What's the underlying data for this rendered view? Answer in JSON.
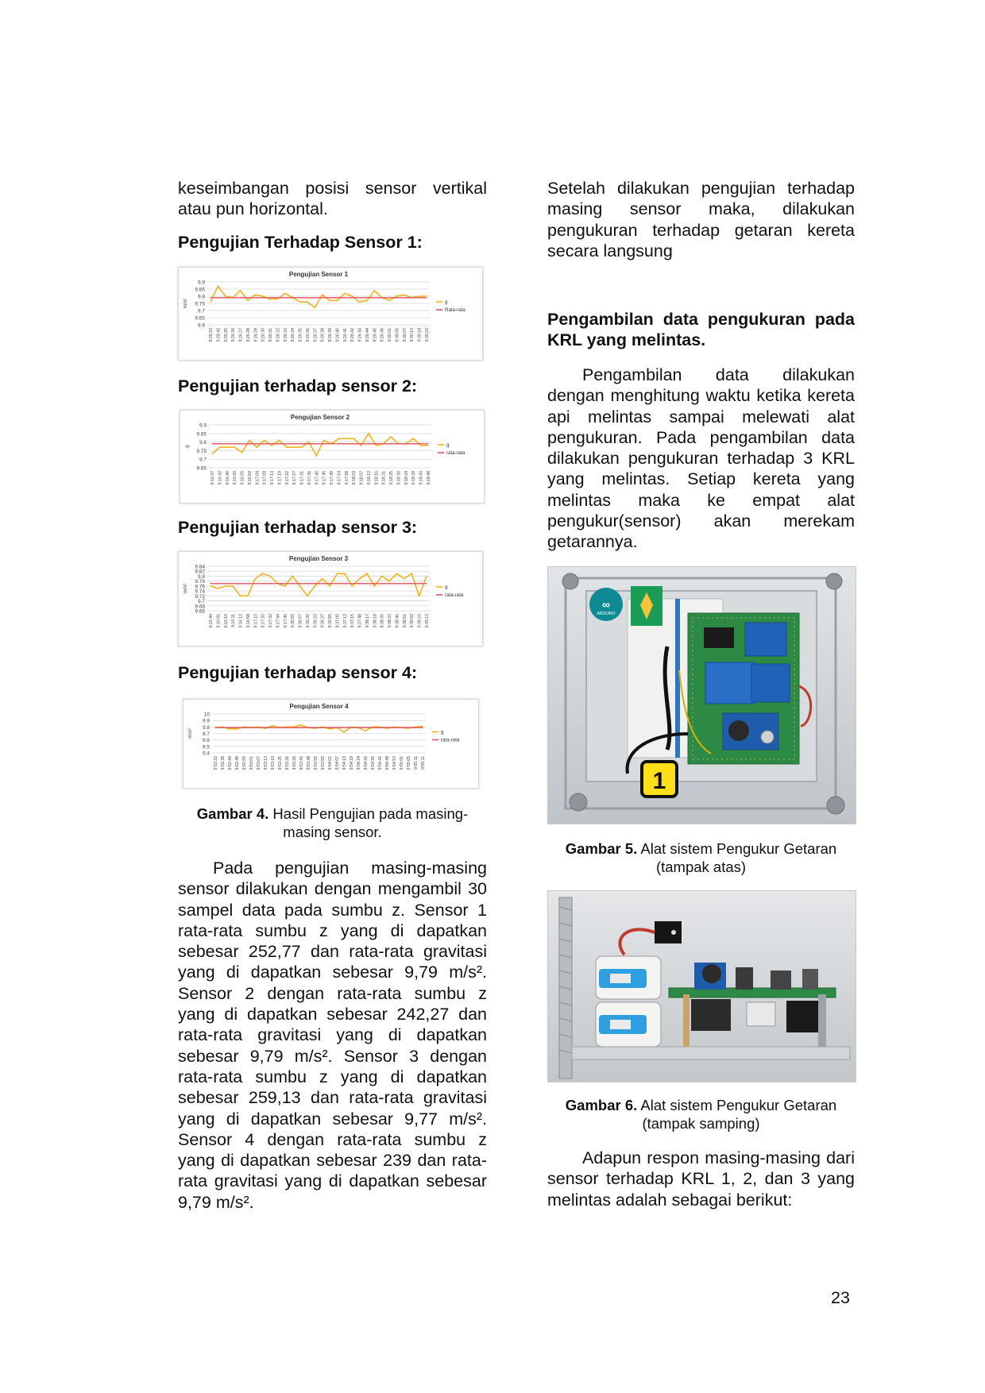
{
  "left": {
    "intro_text": "keseimbangan posisi sensor vertikal atau pun horizontal.",
    "heading_s1": "Pengujian Terhadap Sensor 1:",
    "heading_s2": "Pengujian terhadap sensor 2:",
    "heading_s3": "Pengujian terhadap sensor 3:",
    "heading_s4": "Pengujian terhadap sensor 4:",
    "fig4_label": "Gambar 4.",
    "fig4_text": " Hasil Pengujian pada masing-masing sensor.",
    "paragraph": "Pada pengujian masing-masing sensor dilakukan dengan mengambil 30 sampel data pada sumbu z. Sensor 1 rata-rata sumbu z yang di dapatkan sebesar 252,77 dan rata-rata gravitasi yang di dapatkan sebesar 9,79 m/s². Sensor 2 dengan rata-rata sumbu z yang di dapatkan sebesar 242,27 dan rata-rata gravitasi yang di dapatkan sebesar 9,79 m/s². Sensor 3 dengan rata-rata sumbu z yang di dapatkan sebesar 259,13 dan rata-rata gravitasi yang di dapatkan sebesar 9,77 m/s². Sensor 4 dengan rata-rata sumbu z yang di dapatkan sebesar 239 dan rata-rata gravitasi yang di dapatkan sebesar 9,79 m/s²."
  },
  "right": {
    "intro_text": "Setelah dilakukan pengujian terhadap masing sensor maka, dilakukan pengukuran terhadap getaran kereta secara langsung",
    "heading": "Pengambilan data pengukuran pada KRL yang melintas.",
    "paragraph1": "Pengambilan data dilakukan dengan menghitung waktu ketika kereta api melintas sampai melewati alat pengukuran. Pada pengambilan data dilakukan pengukuran terhadap 3 KRL yang melintas. Setiap kereta yang melintas maka ke empat alat pengukur(sensor) akan merekam getarannya.",
    "fig5_label": "Gambar 5.",
    "fig5_text": " Alat sistem Pengukur Getaran (tampak atas)",
    "fig6_label": "Gambar 6.",
    "fig6_text": " Alat sistem Pengukur Getaran (tampak samping)",
    "paragraph2": "Adapun respon masing-masing dari sensor terhadap KRL 1, 2, dan 3 yang melintas adalah sebagai berikut:",
    "device_label": "1",
    "arduino_text": "ARDUINO"
  },
  "page_number": "23",
  "colors": {
    "g_line": "#f2b21c",
    "mean_line": "#e0505a",
    "grid": "#d9d9d9"
  },
  "chart_data": [
    {
      "type": "line",
      "title": "Pengujian Sensor 1",
      "ylabel": "m/s²",
      "ylim": [
        9.6,
        9.9
      ],
      "yticks": [
        "9.9",
        "9.85",
        "9.8",
        "9.75",
        "9.7",
        "9.65",
        "9.6"
      ],
      "x": [
        "9:20:22",
        "9:20:42",
        "9:26:25",
        "9:26:26",
        "9:26:27",
        "9:26:28",
        "9:26:29",
        "9:26:30",
        "9:26:31",
        "9:26:32",
        "9:26:33",
        "9:26:34",
        "9:26:35",
        "9:26:36",
        "9:26:37",
        "9:26:38",
        "9:26:39",
        "9:26:40",
        "9:26:41",
        "9:26:42",
        "9:26:43",
        "9:26:44",
        "9:26:45",
        "9:26:46",
        "9:30:01",
        "9:30:05",
        "9:30:07",
        "9:30:13",
        "9:30:18",
        "9:30:22"
      ],
      "series": [
        {
          "name": "g",
          "values": [
            9.76,
            9.87,
            9.8,
            9.79,
            9.84,
            9.77,
            9.81,
            9.8,
            9.78,
            9.78,
            9.82,
            9.79,
            9.76,
            9.76,
            9.72,
            9.81,
            9.77,
            9.77,
            9.82,
            9.8,
            9.76,
            9.77,
            9.84,
            9.79,
            9.77,
            9.8,
            9.81,
            9.79,
            9.8,
            9.8
          ]
        },
        {
          "name": "Rata-rata",
          "values": [
            9.79,
            9.79,
            9.79,
            9.79,
            9.79,
            9.79,
            9.79,
            9.79,
            9.79,
            9.79,
            9.79,
            9.79,
            9.79,
            9.79,
            9.79,
            9.79,
            9.79,
            9.79,
            9.79,
            9.79,
            9.79,
            9.79,
            9.79,
            9.79,
            9.79,
            9.79,
            9.79,
            9.79,
            9.79,
            9.79
          ]
        }
      ]
    },
    {
      "type": "line",
      "title": "Pengujian Sensor 2",
      "ylabel": "g",
      "ylim": [
        9.65,
        9.9
      ],
      "yticks": [
        "9.9",
        "9.85",
        "9.8",
        "9.75",
        "9.7",
        "9.65"
      ],
      "x": [
        "9:16:37",
        "9:16:42",
        "9:16:46",
        "9:16:50",
        "9:16:55",
        "9:16:59",
        "9:17:04",
        "9:17:09",
        "9:17:13",
        "9:17:18",
        "9:17:22",
        "9:17:27",
        "9:17:31",
        "9:17:36",
        "9:17:40",
        "9:17:45",
        "9:17:49",
        "9:17:54",
        "9:17:58",
        "9:18:03",
        "9:18:07",
        "9:18:12",
        "9:18:16",
        "9:18:21",
        "9:18:25",
        "9:18:30",
        "9:18:34",
        "9:18:39",
        "9:18:43",
        "9:18:48"
      ],
      "series": [
        {
          "name": "g",
          "values": [
            9.73,
            9.77,
            9.77,
            9.77,
            9.74,
            9.81,
            9.77,
            9.81,
            9.78,
            9.81,
            9.77,
            9.77,
            9.77,
            9.8,
            9.72,
            9.81,
            9.79,
            9.82,
            9.82,
            9.82,
            9.78,
            9.85,
            9.78,
            9.79,
            9.83,
            9.79,
            9.79,
            9.82,
            9.78,
            9.78
          ]
        },
        {
          "name": "rata-rata",
          "values": [
            9.79,
            9.79,
            9.79,
            9.79,
            9.79,
            9.79,
            9.79,
            9.79,
            9.79,
            9.79,
            9.79,
            9.79,
            9.79,
            9.79,
            9.79,
            9.79,
            9.79,
            9.79,
            9.79,
            9.79,
            9.79,
            9.79,
            9.79,
            9.79,
            9.79,
            9.79,
            9.79,
            9.79,
            9.79,
            9.79
          ]
        }
      ]
    },
    {
      "type": "line",
      "title": "Pengujian Sensor 3",
      "ylabel": "m/s²",
      "ylim": [
        9.66,
        9.84
      ],
      "yticks": [
        "9.84",
        "9.82",
        "9.8",
        "9.78",
        "9.76",
        "9.74",
        "9.72",
        "9.7",
        "9.68",
        "9.66"
      ],
      "x": [
        "9:15:44",
        "9:16:06",
        "9:16:10",
        "9:16:11",
        "9:16:13",
        "9:16:58",
        "9:17:10",
        "9:17:20",
        "9:17:32",
        "9:17:44",
        "9:17:45",
        "9:35:55",
        "9:36:07",
        "9:36:20",
        "9:36:22",
        "9:36:27",
        "9:36:55",
        "9:37:00",
        "9:37:12",
        "9:37:15",
        "9:37:48",
        "9:38:17",
        "9:38:18",
        "9:38:20",
        "9:38:23",
        "9:38:46",
        "9:38:51",
        "9:39:02",
        "9:39:10",
        "9:39:13"
      ],
      "series": [
        {
          "name": "g",
          "values": [
            9.76,
            9.75,
            9.76,
            9.76,
            9.72,
            9.72,
            9.79,
            9.81,
            9.8,
            9.77,
            9.76,
            9.8,
            9.76,
            9.72,
            9.76,
            9.79,
            9.76,
            9.81,
            9.81,
            9.76,
            9.79,
            9.81,
            9.76,
            9.8,
            9.78,
            9.81,
            9.79,
            9.81,
            9.72,
            9.8
          ]
        },
        {
          "name": "rata-rata",
          "values": [
            9.77,
            9.77,
            9.77,
            9.77,
            9.77,
            9.77,
            9.77,
            9.77,
            9.77,
            9.77,
            9.77,
            9.77,
            9.77,
            9.77,
            9.77,
            9.77,
            9.77,
            9.77,
            9.77,
            9.77,
            9.77,
            9.77,
            9.77,
            9.77,
            9.77,
            9.77,
            9.77,
            9.77,
            9.77,
            9.77
          ]
        }
      ]
    },
    {
      "type": "line",
      "title": "Pengujian Sensor 4",
      "ylabel": "m/s²",
      "ylim": [
        9.4,
        10
      ],
      "yticks": [
        "10",
        "9.9",
        "9.8",
        "9.7",
        "9.6",
        "9.5",
        "9.4"
      ],
      "x": [
        "9:52:22",
        "9:52:38",
        "9:52:44",
        "9:52:48",
        "9:52:55",
        "9:53:01",
        "9:53:07",
        "9:53:13",
        "9:53:19",
        "9:53:25",
        "9:53:30",
        "9:53:36",
        "9:53:42",
        "9:53:48",
        "9:53:55",
        "9:53:55",
        "9:54:01",
        "9:54:07",
        "9:54:13",
        "9:54:18",
        "9:54:24",
        "9:54:30",
        "9:54:36",
        "9:54:42",
        "9:54:48",
        "9:54:53",
        "9:55:00",
        "9:55:05",
        "9:55:11",
        "9:55:11"
      ],
      "series": [
        {
          "name": "g",
          "values": [
            9.79,
            9.8,
            9.77,
            9.77,
            9.8,
            9.79,
            9.8,
            9.78,
            9.82,
            9.79,
            9.8,
            9.8,
            9.83,
            9.79,
            9.78,
            9.8,
            9.77,
            9.79,
            9.72,
            9.8,
            9.79,
            9.74,
            9.8,
            9.8,
            9.78,
            9.8,
            9.79,
            9.78,
            9.8,
            9.81
          ]
        },
        {
          "name": "rata-rata",
          "values": [
            9.79,
            9.79,
            9.79,
            9.79,
            9.79,
            9.79,
            9.79,
            9.79,
            9.79,
            9.79,
            9.79,
            9.79,
            9.79,
            9.79,
            9.79,
            9.79,
            9.79,
            9.79,
            9.79,
            9.79,
            9.79,
            9.79,
            9.79,
            9.79,
            9.79,
            9.79,
            9.79,
            9.79,
            9.79,
            9.79
          ]
        }
      ]
    }
  ]
}
